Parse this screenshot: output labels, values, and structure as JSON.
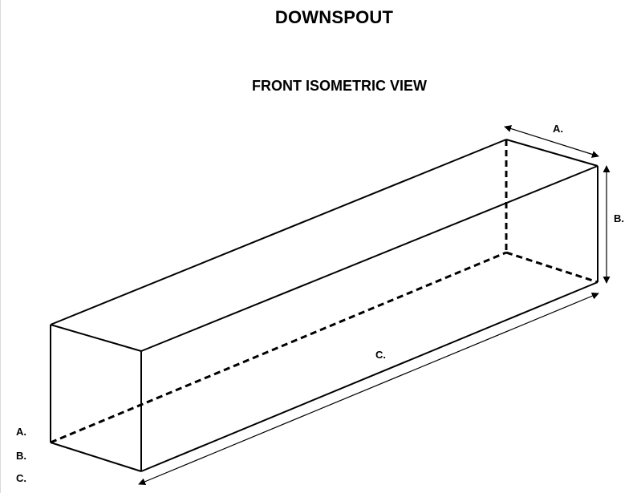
{
  "title": "DOWNSPOUT",
  "subtitle": "FRONT ISOMETRIC VIEW",
  "dimension_labels": {
    "width": "A.",
    "height": "B.",
    "length": "C."
  },
  "input_fields": [
    {
      "label": "A."
    },
    {
      "label": "B."
    },
    {
      "label": "C."
    }
  ]
}
